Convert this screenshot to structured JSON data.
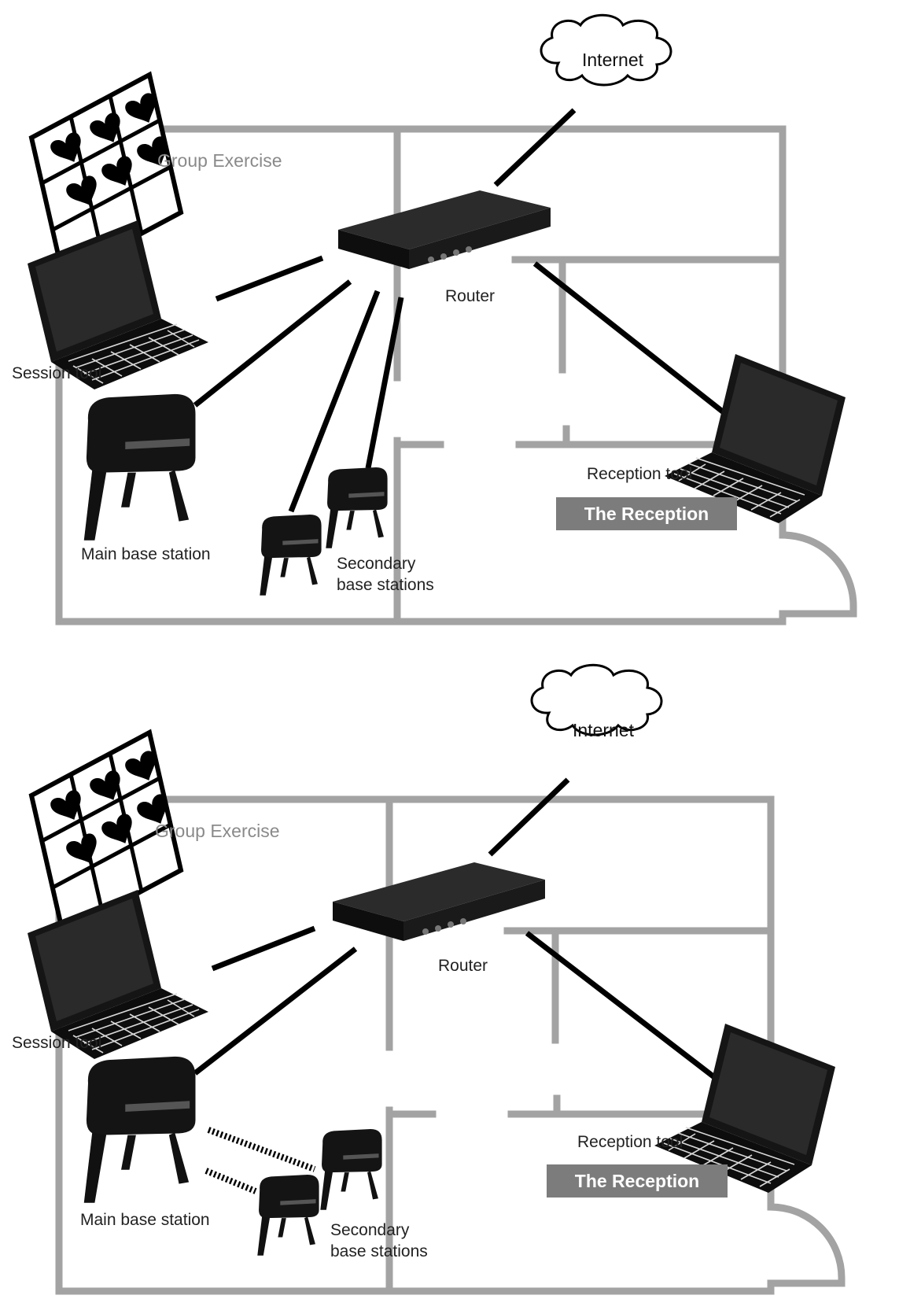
{
  "panels": [
    {
      "id": "top",
      "labels": {
        "internet": "Internet",
        "room": "Group Exercise",
        "router": "Router",
        "session_tool": "Session tool",
        "main_base": "Main base station",
        "secondary_base_1": "Secondary",
        "secondary_base_2": "base stations",
        "reception_tool": "Reception tool",
        "reception": "The Reception"
      },
      "topology": "all base stations wired directly to the router"
    },
    {
      "id": "bottom",
      "labels": {
        "internet": "Internet",
        "room": "Group Exercise",
        "router": "Router",
        "session_tool": "Session tool",
        "main_base": "Main base station",
        "secondary_base_1": "Secondary",
        "secondary_base_2": "base stations",
        "reception_tool": "Reception tool",
        "reception": "The Reception"
      },
      "topology": "secondary base stations linked wirelessly to the main base station"
    }
  ],
  "colors": {
    "wall": "#a3a3a3",
    "device": "#111111",
    "link": "#000000",
    "reception_box": "#7c7c7c"
  },
  "icons": [
    "cloud-icon",
    "heart-display-icon",
    "router-icon",
    "laptop-icon",
    "base-station-icon"
  ]
}
